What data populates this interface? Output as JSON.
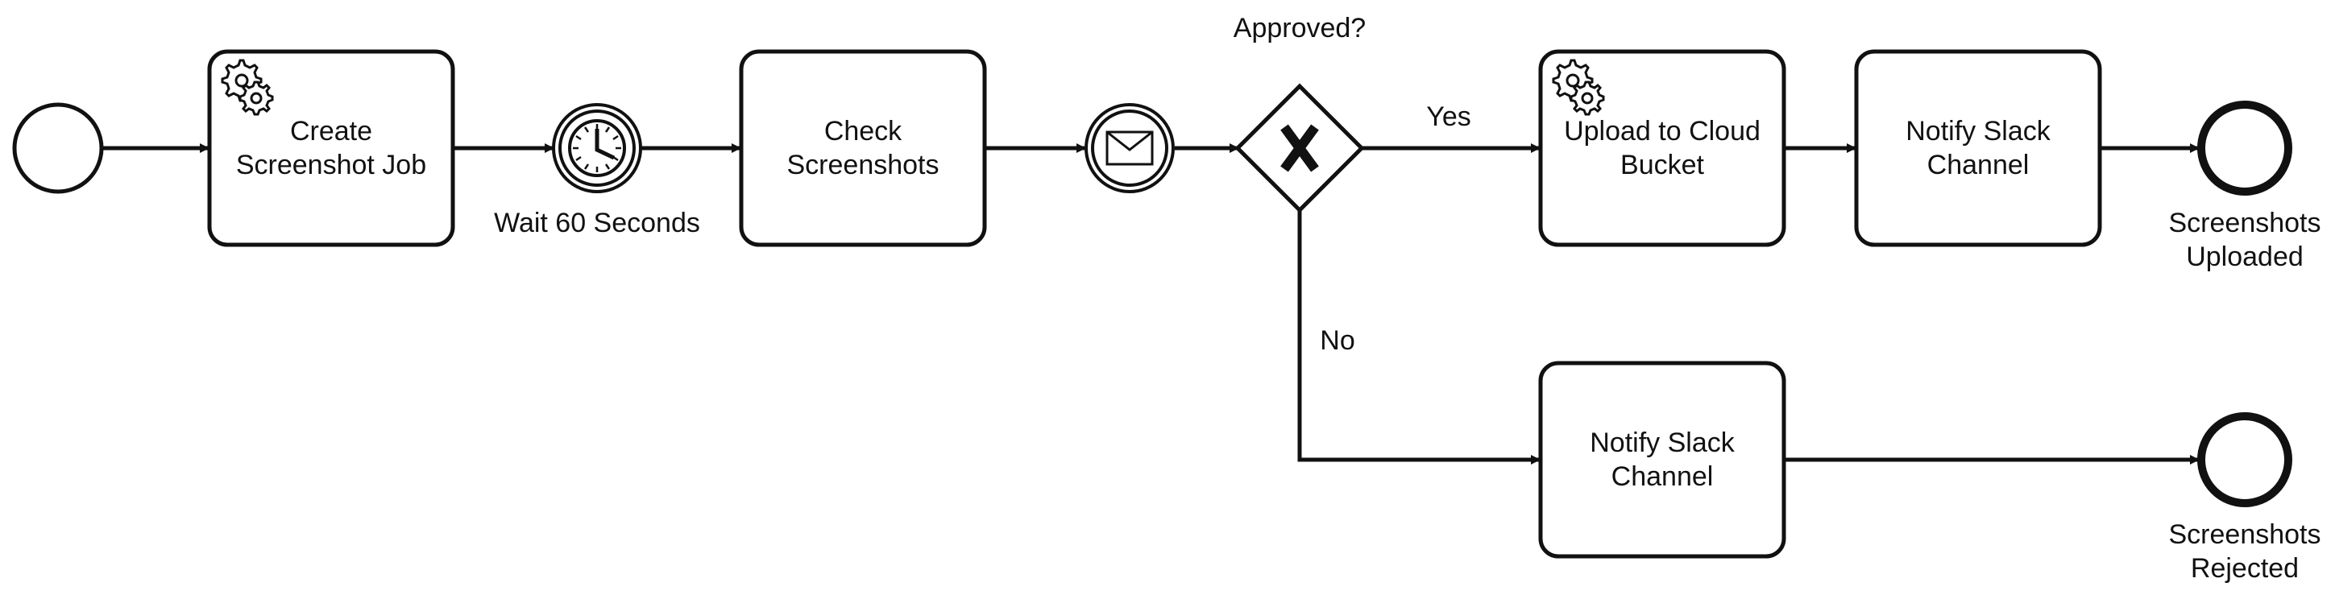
{
  "diagram": {
    "start_event": "",
    "tasks": {
      "create_screenshot_job": [
        "Create",
        "Screenshot Job"
      ],
      "check_screenshots": [
        "Check",
        "Screenshots"
      ],
      "upload_to_cloud_bucket": [
        "Upload to Cloud",
        "Bucket"
      ],
      "notify_slack_approved": [
        "Notify Slack",
        "Channel"
      ],
      "notify_slack_rejected": [
        "Notify Slack",
        "Channel"
      ]
    },
    "timer_event": {
      "label": "Wait 60 Seconds"
    },
    "gateway": {
      "label": "Approved?"
    },
    "flows": {
      "yes": "Yes",
      "no": "No"
    },
    "end_events": {
      "uploaded": [
        "Screenshots",
        "Uploaded"
      ],
      "rejected": [
        "Screenshots",
        "Rejected"
      ]
    }
  },
  "colors": {
    "stroke": "#111111",
    "fill": "#ffffff"
  },
  "icons": [
    "gear-icon",
    "clock-icon",
    "envelope-icon",
    "x-icon"
  ]
}
